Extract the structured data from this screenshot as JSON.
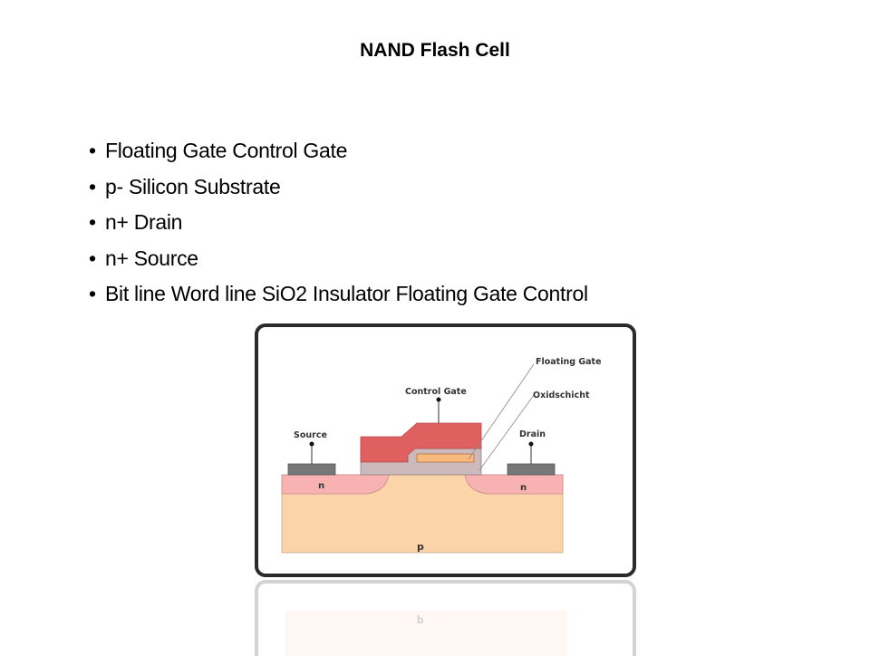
{
  "slide": {
    "title": "NAND Flash Cell",
    "bullet_symbol": "•",
    "bullets": [
      "Floating Gate Control Gate",
      "p- Silicon Substrate",
      "n+ Drain",
      "n+ Source",
      "Bit line Word line SiO2 Insulator Floating Gate Control"
    ]
  },
  "diagram": {
    "labels": {
      "floating_gate": "Floating Gate",
      "oxide": "Oxidschicht",
      "control_gate": "Control Gate",
      "source": "Source",
      "drain": "Drain",
      "n_left": "n",
      "n_right": "n",
      "p": "p"
    },
    "reflection_label": "b",
    "colors": {
      "control_gate": "#e06060",
      "floating_gate": "#f9b97c",
      "oxide": "#cbb9bb",
      "n_region": "#f9b2b2",
      "p_substrate": "#fbd4aa",
      "contact": "#777777",
      "frame": "#2b2b2b"
    }
  }
}
